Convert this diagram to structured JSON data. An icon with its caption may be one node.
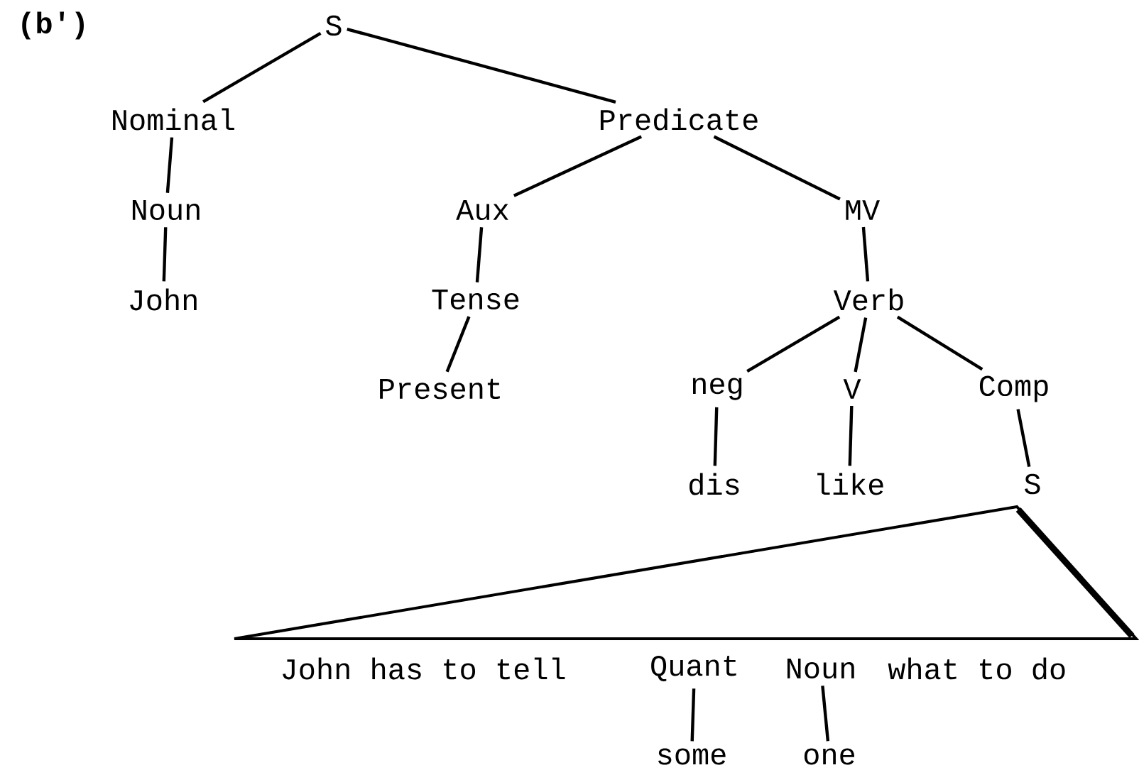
{
  "diagram": {
    "nodes": [
      {
        "text": [
          "S"
        ]
      },
      {
        "text": [
          "Nominal"
        ]
      },
      {
        "text": [
          "Predicate"
        ]
      },
      {
        "text": [
          "Noun"
        ]
      },
      {
        "text": [
          "Aux"
        ]
      },
      {
        "text": [
          "MV"
        ]
      },
      {
        "text": [
          "John"
        ]
      },
      {
        "text": [
          "Tense"
        ]
      },
      {
        "text": [
          "Verb"
        ]
      },
      {
        "text": [
          "Present"
        ]
      },
      {
        "text": [
          "neg"
        ]
      },
      {
        "text": [
          "V"
        ]
      },
      {
        "text": [
          "Comp"
        ]
      },
      {
        "text": [
          "dis"
        ]
      },
      {
        "text": [
          "like"
        ]
      },
      {
        "text": [
          "S"
        ]
      },
      {
        "text": [
          "Quant"
        ]
      },
      {
        "text": [
          "Noun"
        ]
      },
      {
        "text": [
          "some"
        ]
      },
      {
        "text": [
          "one"
        ]
      }
    ],
    "edges": [
      {
        "from": 0,
        "to": 1,
        "arrow": "none"
      },
      {
        "from": 0,
        "to": 2,
        "arrow": "none"
      },
      {
        "from": 1,
        "to": 3,
        "arrow": "none"
      },
      {
        "from": 3,
        "to": 6,
        "arrow": "none"
      },
      {
        "from": 2,
        "to": 4,
        "arrow": "none"
      },
      {
        "from": 2,
        "to": 5,
        "arrow": "none"
      },
      {
        "from": 4,
        "to": 7,
        "arrow": "none"
      },
      {
        "from": 7,
        "to": 9,
        "arrow": "none"
      },
      {
        "from": 5,
        "to": 8,
        "arrow": "none"
      },
      {
        "from": 8,
        "to": 10,
        "arrow": "none"
      },
      {
        "from": 8,
        "to": 11,
        "arrow": "none"
      },
      {
        "from": 8,
        "to": 12,
        "arrow": "none"
      },
      {
        "from": 10,
        "to": 13,
        "arrow": "none"
      },
      {
        "from": 11,
        "to": 14,
        "arrow": "none"
      },
      {
        "from": 12,
        "to": 15,
        "arrow": "none"
      },
      {
        "from": 16,
        "to": 18,
        "arrow": "none"
      },
      {
        "from": 17,
        "to": 19,
        "arrow": "none"
      }
    ],
    "labels": [
      "(b')",
      "John has to tell",
      "what to do"
    ]
  }
}
